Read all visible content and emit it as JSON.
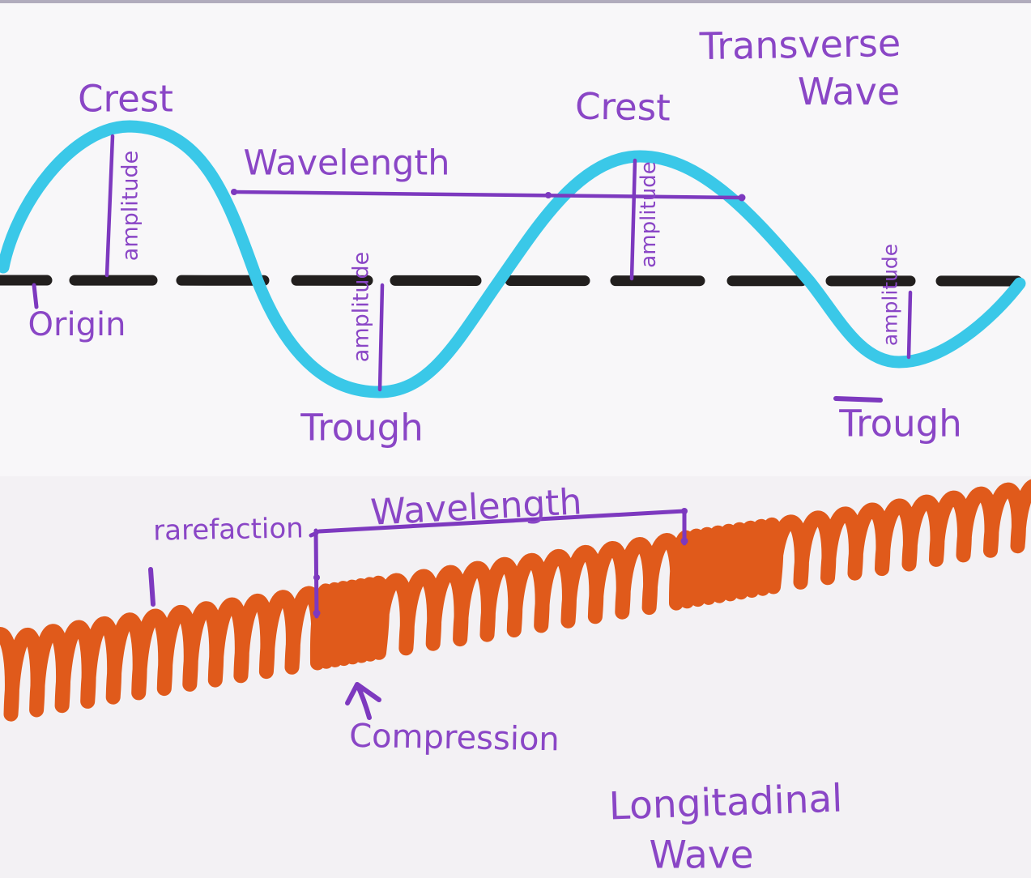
{
  "title": {
    "line1": "Transverse",
    "line2": "Wave"
  },
  "transverse": {
    "crest_labels": [
      "Crest",
      "Crest"
    ],
    "trough_labels": [
      "Trough",
      "Trough"
    ],
    "amplitude_labels": [
      "amplitude",
      "amplitude",
      "amplitude",
      "amplitude"
    ],
    "wavelength_label": "Wavelength",
    "origin_label": "Origin"
  },
  "longitudinal": {
    "rarefaction_label": "rarefaction",
    "wavelength_label": "Wavelength",
    "compression_label": "Compression",
    "title_line1": "Longitadinal",
    "title_line2": "Wave"
  },
  "colors": {
    "background": "#f8f7f9",
    "marker_purple": "#8a46c6",
    "marker_purple_line": "#7d39bf",
    "wave_cyan": "#3ac8e8",
    "axis_black": "#221f1e",
    "coil_orange": "#e05a1b"
  }
}
